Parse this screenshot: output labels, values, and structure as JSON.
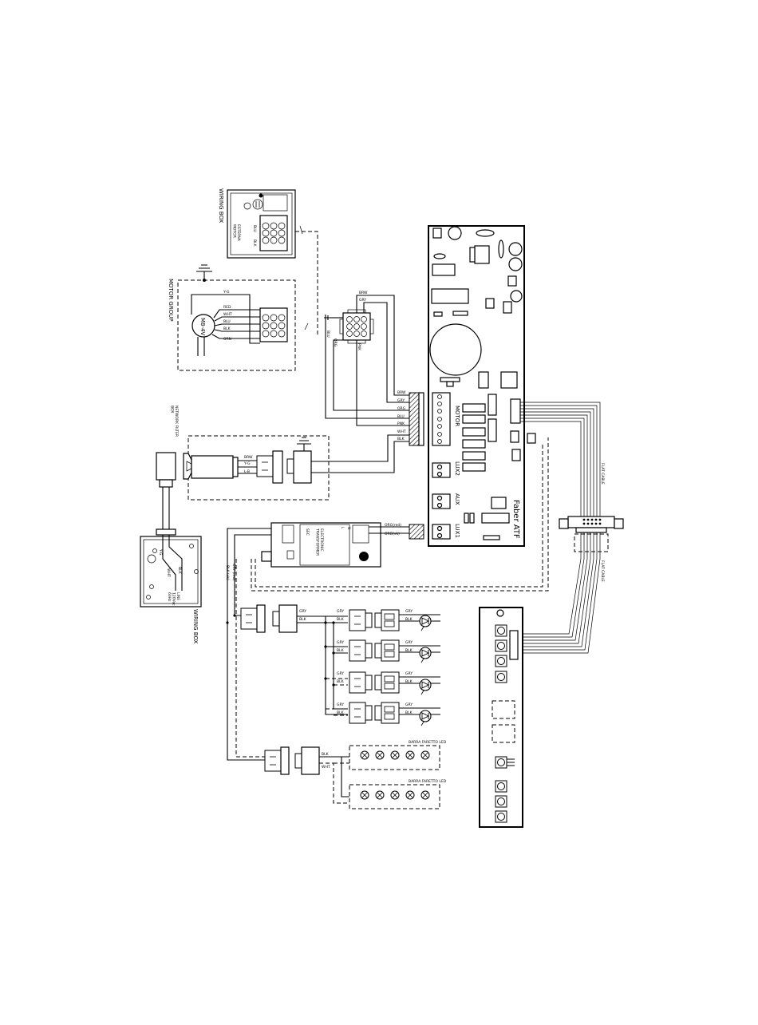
{
  "labels": {
    "wiring_box_top": "WIRING BOX",
    "esterna_motor": "ESTERNA\nMOTOR",
    "motor_group": "MOTOR GROUP",
    "motor_model": "M8-4V",
    "network_filter_box": "NETWORK FILTER\nBOX",
    "wiring_box_bottom": "WIRING BOX",
    "line_supply": "LINE\n120Vac\n60Hz",
    "board_title": "Faber ATF",
    "board_motor": "MOTOR",
    "board_lux2": "LUX2",
    "board_aux": "AUX",
    "board_lux1": "LUX1",
    "flat_cable_1": "FLAT CABLE",
    "flat_cable_2": "FLAT CABLE",
    "transformer": "ELECTRONIC\nTRANSFORMER",
    "transformer_sec": "SEC",
    "transformer_l": "L",
    "transformer_n": "N",
    "barra_led_1": "BARRA FARETTO LED",
    "barra_led_2": "BARRA FARETTO LED"
  },
  "wires": {
    "y_g": "Y-G",
    "red": "RED",
    "wht": "WHT",
    "blu": "BLU",
    "blk": "BLK",
    "orn": "ORN",
    "brw": "BRW",
    "gry": "GRY",
    "org": "ORG",
    "pnk": "PNK",
    "l_b": "L-B",
    "org_red": "ORG(red)",
    "org_vk": "ORG(vk)",
    "gry_red": "GRY (red)",
    "blk_vk": "BLK (vk)"
  }
}
